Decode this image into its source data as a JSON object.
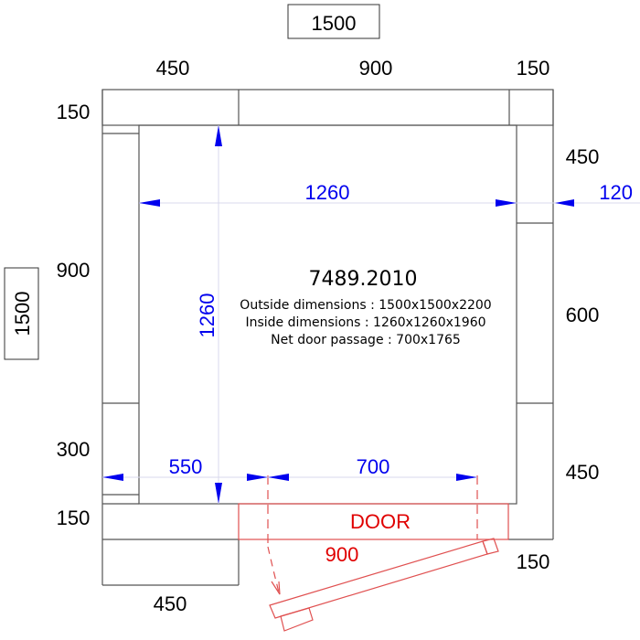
{
  "title_box": "1500",
  "side_box": "1500",
  "top_dims": [
    "450",
    "900",
    "150"
  ],
  "left_dims": [
    "150",
    "900",
    "300",
    "150"
  ],
  "right_dims": [
    "450",
    "600",
    "450",
    "150"
  ],
  "bottom_dim": "450",
  "inner_dims": {
    "width": "1260",
    "height": "1260",
    "wall": "120",
    "offset": "550",
    "door_passage": "700"
  },
  "door": {
    "label": "DOOR",
    "width": "900"
  },
  "info": {
    "model": "7489.2010",
    "outside": "Outside dimensions : 1500x1500x2200",
    "inside": "Inside dimensions :  1260x1260x1960",
    "door": "Net door passage : 700x1765"
  },
  "colors": {
    "dimension": "#0000ee",
    "door": "#e00000",
    "wall": "#555555"
  }
}
